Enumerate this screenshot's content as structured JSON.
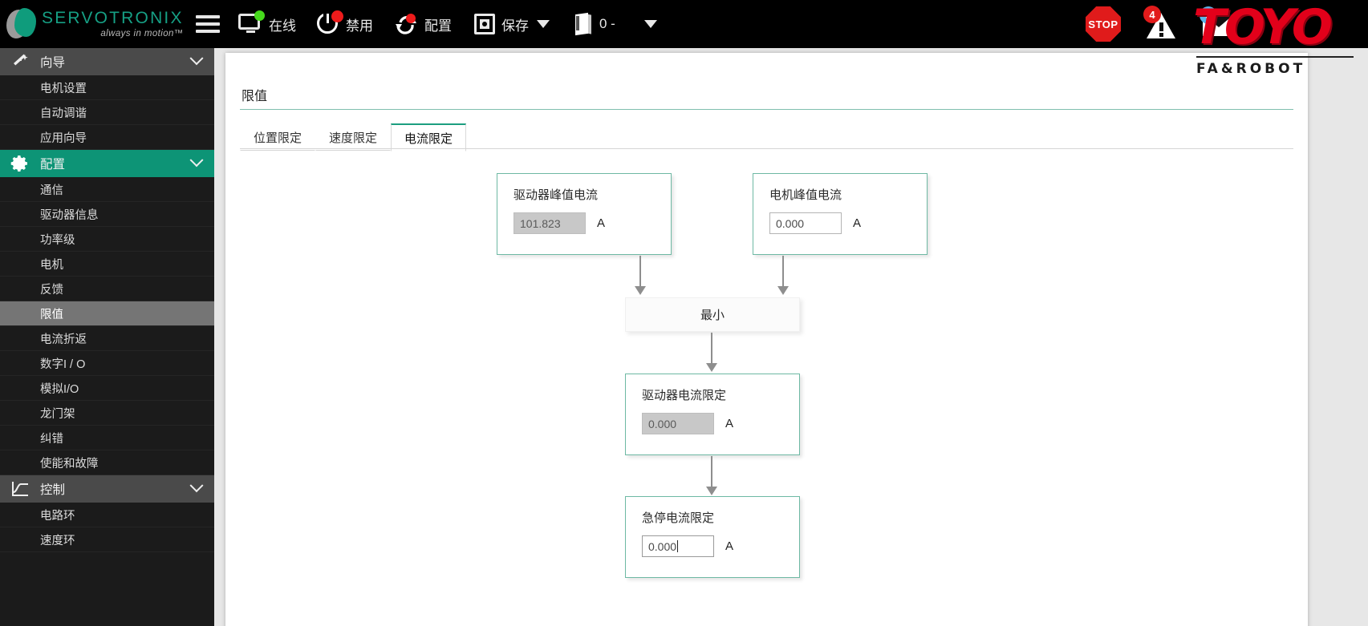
{
  "topbar": {
    "logo": {
      "name": "SERVOTRONIX",
      "tagline": "always in motion™"
    },
    "menu_icon": "hamburger-icon",
    "status": {
      "label": "在线",
      "icon": "monitor-online-icon"
    },
    "disable": {
      "label": "禁用",
      "icon": "power-icon"
    },
    "config": {
      "label": "配置",
      "icon": "refresh-icon"
    },
    "save": {
      "label": "保存",
      "icon": "save-icon"
    },
    "axis": {
      "label": "0 -",
      "icon": "drive-icon"
    },
    "stop": {
      "label": "STOP"
    },
    "alerts": {
      "count": "4"
    },
    "messages": {
      "count": "0"
    },
    "brand": {
      "name": "TOYO",
      "sub": "FA&ROBOT"
    }
  },
  "sidebar": {
    "groups": [
      {
        "label": "向导",
        "icon": "wand-icon",
        "active": false,
        "items": [
          {
            "label": "电机设置",
            "selected": false
          },
          {
            "label": "自动调谐",
            "selected": false
          },
          {
            "label": "应用向导",
            "selected": false
          }
        ]
      },
      {
        "label": "配置",
        "icon": "gear-icon",
        "active": true,
        "items": [
          {
            "label": "通信",
            "selected": false
          },
          {
            "label": "驱动器信息",
            "selected": false
          },
          {
            "label": "功率级",
            "selected": false
          },
          {
            "label": "电机",
            "selected": false
          },
          {
            "label": "反馈",
            "selected": false
          },
          {
            "label": "限值",
            "selected": true
          },
          {
            "label": "电流折返",
            "selected": false
          },
          {
            "label": "数字I / O",
            "selected": false
          },
          {
            "label": "模拟I/O",
            "selected": false
          },
          {
            "label": "龙门架",
            "selected": false
          },
          {
            "label": "纠错",
            "selected": false
          },
          {
            "label": "使能和故障",
            "selected": false
          }
        ]
      },
      {
        "label": "控制",
        "icon": "chart-icon",
        "active": false,
        "items": [
          {
            "label": "电路环",
            "selected": false
          },
          {
            "label": "速度环",
            "selected": false
          }
        ]
      }
    ]
  },
  "main": {
    "page_title": "限值",
    "tabs": [
      {
        "label": "位置限定",
        "active": false
      },
      {
        "label": "速度限定",
        "active": false
      },
      {
        "label": "电流限定",
        "active": true
      }
    ],
    "flow": {
      "drive_peak": {
        "label": "驱动器峰值电流",
        "value": "101.823",
        "unit": "A",
        "state": "disabled"
      },
      "motor_peak": {
        "label": "电机峰值电流",
        "value": "0.000",
        "unit": "A",
        "state": "editable"
      },
      "min_node": {
        "label": "最小"
      },
      "drive_limit": {
        "label": "驱动器电流限定",
        "value": "0.000",
        "unit": "A",
        "state": "disabled"
      },
      "estop_limit": {
        "label": "急停电流限定",
        "value": "0.000",
        "unit": "A",
        "state": "focused"
      }
    }
  },
  "colors": {
    "accent_teal": "#0d9476",
    "box_border": "#6eb9a4",
    "badge_red": "#e21b1b",
    "badge_blue": "#59b5e8",
    "brand_red": "#e2001a",
    "online_green": "#46d91c"
  }
}
